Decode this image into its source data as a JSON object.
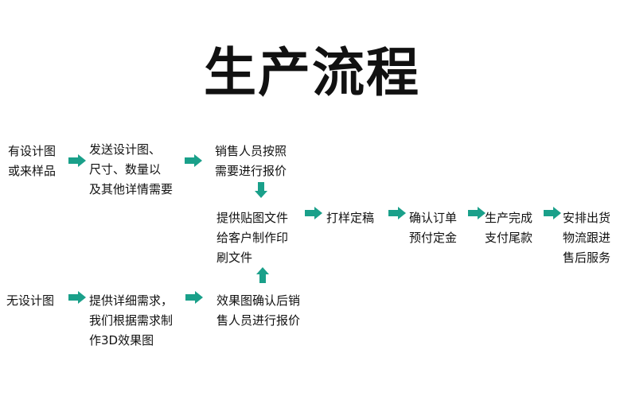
{
  "title": "生产流程",
  "nodes": {
    "has_design": "有设计图\n或来样品",
    "send_design": "发送设计图、\n尺寸、数量以\n及其他详情需要",
    "sales_quote_1": "销售人员按照\n需要进行报价",
    "provide_files": "提供贴图文件\n给客户制作印\n刷文件",
    "proofing": "打样定稿",
    "confirm_order": "确认订单\n预付定金",
    "production": "生产完成\n支付尾款",
    "shipping": "安排出货\n物流跟进\n售后服务",
    "no_design": "无设计图",
    "provide_needs": "提供详细需求，\n我们根据需求制\n作3D效果图",
    "render_confirm": "效果图确认后销\n售人员进行报价"
  },
  "colors": {
    "arrow": "#1aa08a",
    "text": "#111111"
  }
}
